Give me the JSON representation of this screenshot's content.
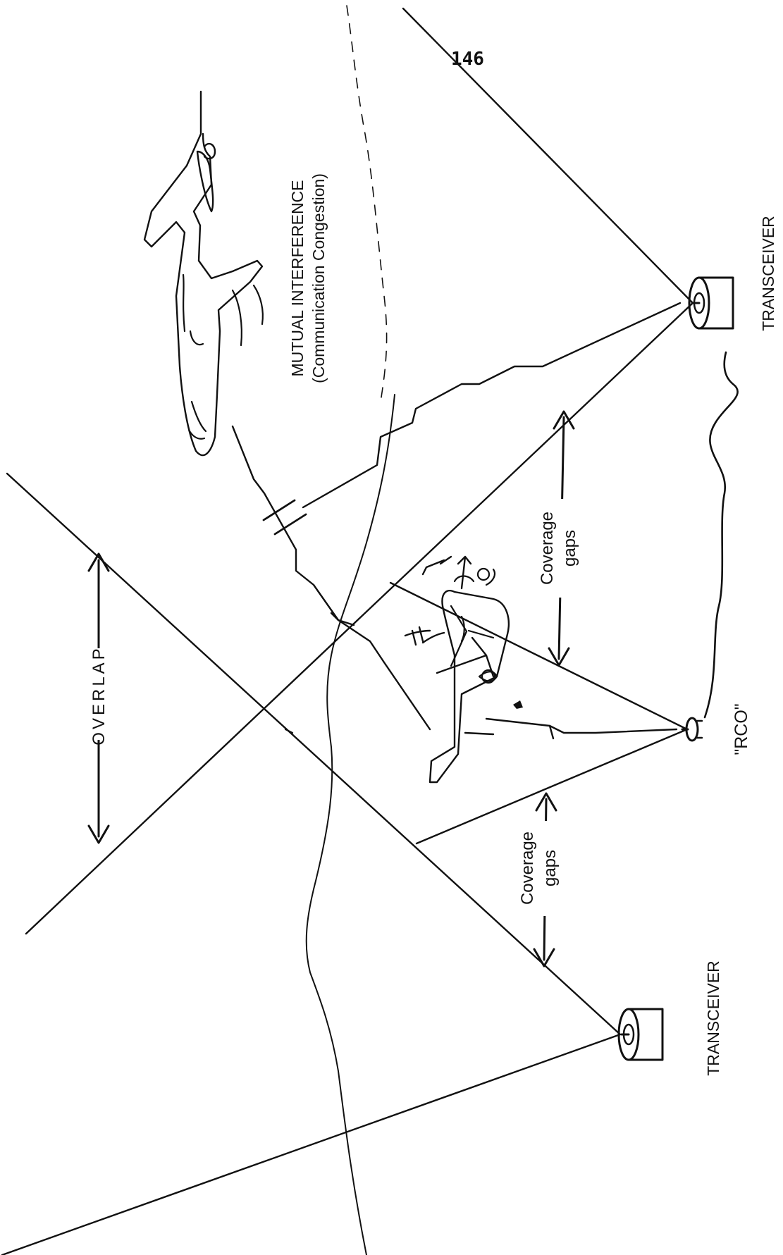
{
  "page_number": "146",
  "labels": {
    "overlap": "OVERLAP",
    "coverage_gaps_upper_1": "Coverage",
    "coverage_gaps_upper_2": "gaps",
    "coverage_gaps_lower_1": "Coverage",
    "coverage_gaps_lower_2": "gaps",
    "mutual_interference_1": "MUTUAL INTERFERENCE",
    "mutual_interference_2": "(Communication Congestion)",
    "transceiver_top": "TRANSCEIVER",
    "transceiver_bottom": "TRANSCEIVER",
    "rco": "\"RCO\""
  },
  "icons": [
    "airplane-icon",
    "helicopter-icon",
    "transceiver-icon",
    "rco-station-icon",
    "lightning-signal-icon"
  ],
  "colors": {
    "ink": "#111111",
    "paper": "#ffffff"
  }
}
